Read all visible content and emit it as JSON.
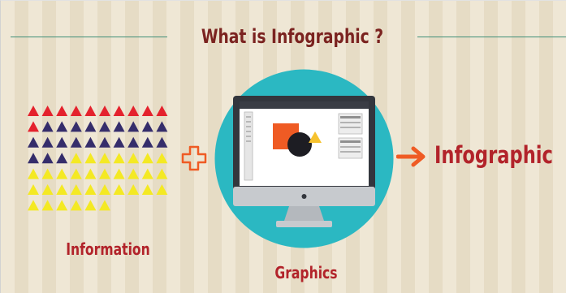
{
  "title": "What is Infographic ?",
  "left_label": "Information",
  "center_label": "Graphics",
  "result_label": "Infographic",
  "icons": {
    "plus": "plus-icon",
    "arrow": "arrow-right-icon",
    "computer": "computer-monitor-icon"
  },
  "colors": {
    "title": "#7b2320",
    "accent_red": "#b2232a",
    "arrow_orange": "#ef5b24",
    "circle_teal": "#2bb8c2",
    "triangle_red": "#e4222d",
    "triangle_navy": "#352d6b",
    "triangle_yellow": "#f4e923",
    "background": "#efe7d5",
    "rule_green": "#3f8e78"
  },
  "triangle_rows": [
    [
      "red",
      "red",
      "red",
      "red",
      "red",
      "red",
      "red",
      "red",
      "red",
      "red"
    ],
    [
      "red",
      "navy",
      "navy",
      "navy",
      "navy",
      "navy",
      "navy",
      "navy",
      "navy",
      "navy"
    ],
    [
      "navy",
      "navy",
      "navy",
      "navy",
      "navy",
      "navy",
      "navy",
      "navy",
      "navy",
      "navy"
    ],
    [
      "navy",
      "navy",
      "navy",
      "yellow",
      "yellow",
      "yellow",
      "yellow",
      "yellow",
      "yellow",
      "yellow"
    ],
    [
      "yellow",
      "yellow",
      "yellow",
      "yellow",
      "yellow",
      "yellow",
      "yellow",
      "yellow",
      "yellow",
      "yellow"
    ],
    [
      "yellow",
      "yellow",
      "yellow",
      "yellow",
      "yellow",
      "yellow",
      "yellow",
      "yellow",
      "yellow",
      "yellow"
    ],
    [
      "yellow",
      "yellow",
      "yellow",
      "yellow",
      "yellow",
      "yellow"
    ]
  ]
}
